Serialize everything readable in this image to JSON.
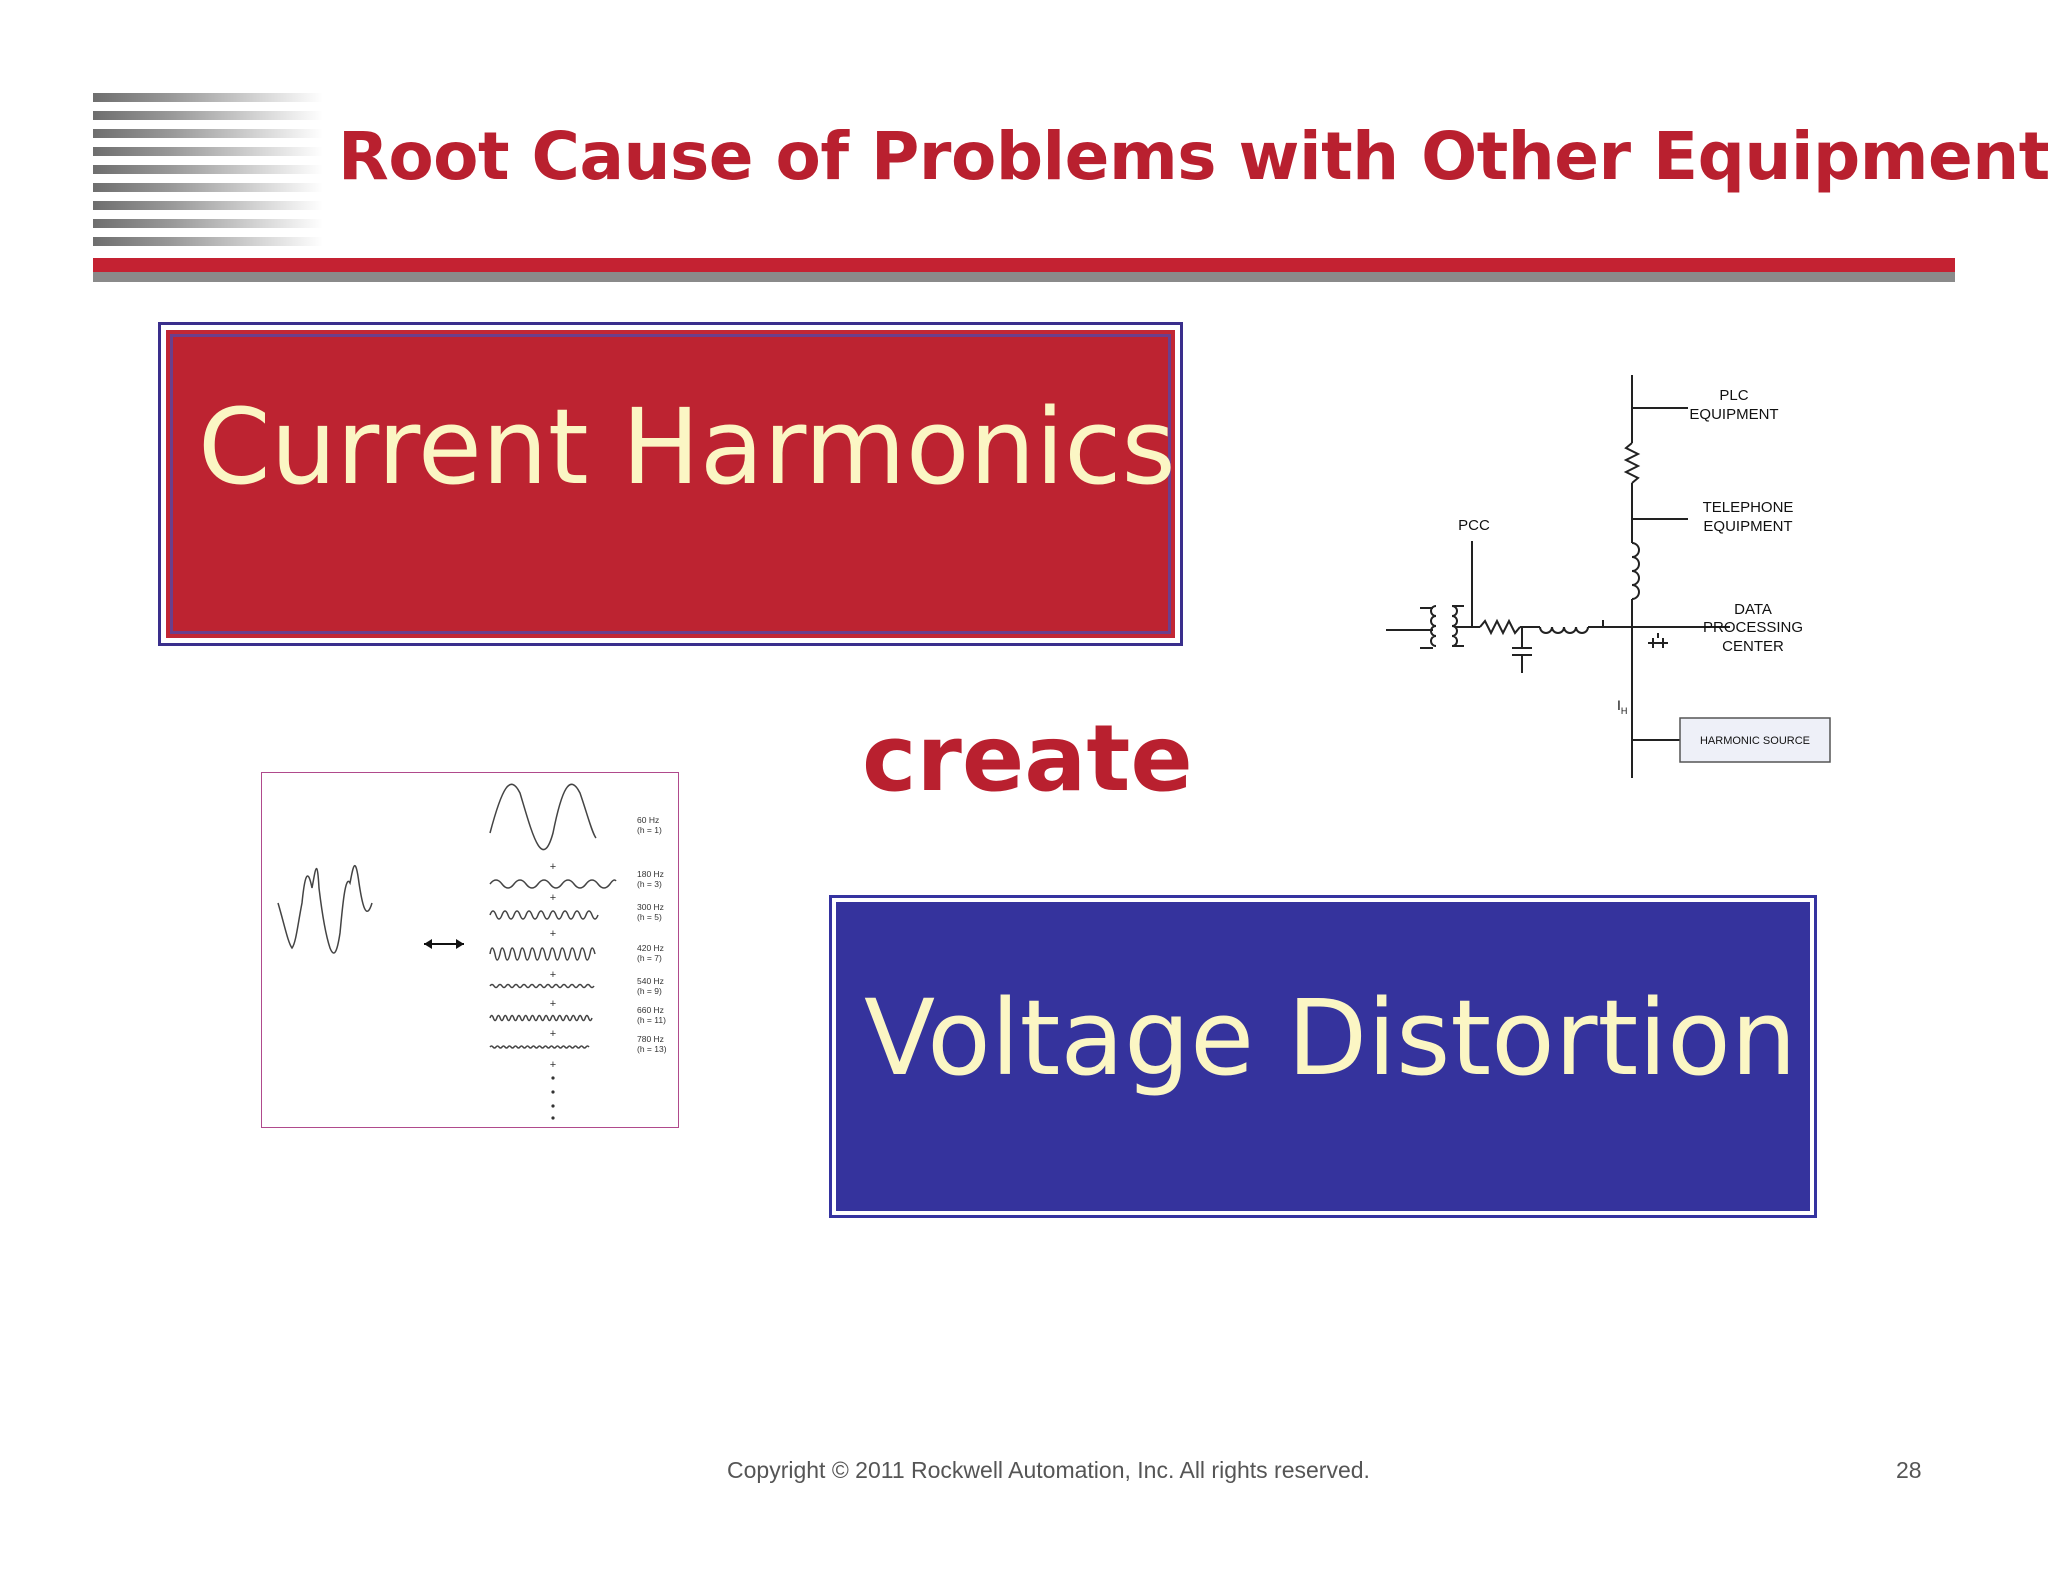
{
  "slide": {
    "title": "Root Cause of Problems with Other Equipment",
    "box_top": "Current Harmonics",
    "connector": "create",
    "box_bottom": "Voltage Distortion",
    "copyright": "Copyright © 2011 Rockwell Automation, Inc. All rights reserved.",
    "page_number": "28"
  },
  "diagram": {
    "plc": [
      "PLC",
      "EQUIPMENT"
    ],
    "telephone": [
      "TELEPHONE",
      "EQUIPMENT"
    ],
    "pcc": "PCC",
    "data": [
      "DATA",
      "PROCESSING",
      "CENTER"
    ],
    "ih_main": "I",
    "ih_sub": "H",
    "source": "HARMONIC SOURCE"
  },
  "harmonics": {
    "items": [
      {
        "freq": "60 Hz",
        "order": "(h = 1)"
      },
      {
        "freq": "180 Hz",
        "order": "(h = 3)"
      },
      {
        "freq": "300 Hz",
        "order": "(h = 5)"
      },
      {
        "freq": "420 Hz",
        "order": "(h = 7)"
      },
      {
        "freq": "540 Hz",
        "order": "(h = 9)"
      },
      {
        "freq": "660 Hz",
        "order": "(h = 11)"
      },
      {
        "freq": "780 Hz",
        "order": "(h = 13)"
      }
    ],
    "plus": "+"
  },
  "colors": {
    "title_red": "#b9202f",
    "box_red": "#bd2331",
    "box_blue": "#35339d",
    "box_text": "#fbf6c4"
  }
}
